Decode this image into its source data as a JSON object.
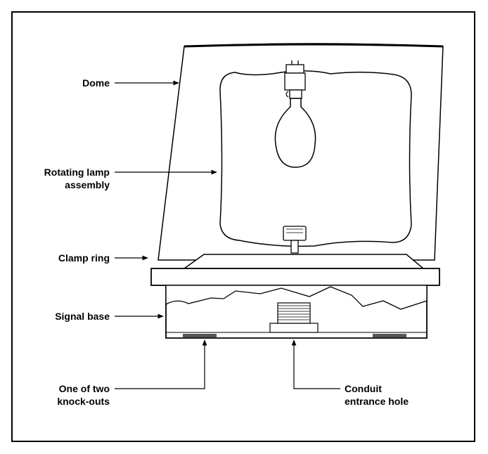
{
  "labels": {
    "dome": "Dome",
    "rotating_1": "Rotating lamp",
    "rotating_2": "assembly",
    "clamp_ring": "Clamp ring",
    "signal_base": "Signal base",
    "knockouts_1": "One of two",
    "knockouts_2": "knock-outs",
    "conduit_1": "Conduit",
    "conduit_2": "entrance hole"
  },
  "colors": {
    "line": "#000000",
    "background": "#ffffff",
    "knockout": "#555555"
  }
}
